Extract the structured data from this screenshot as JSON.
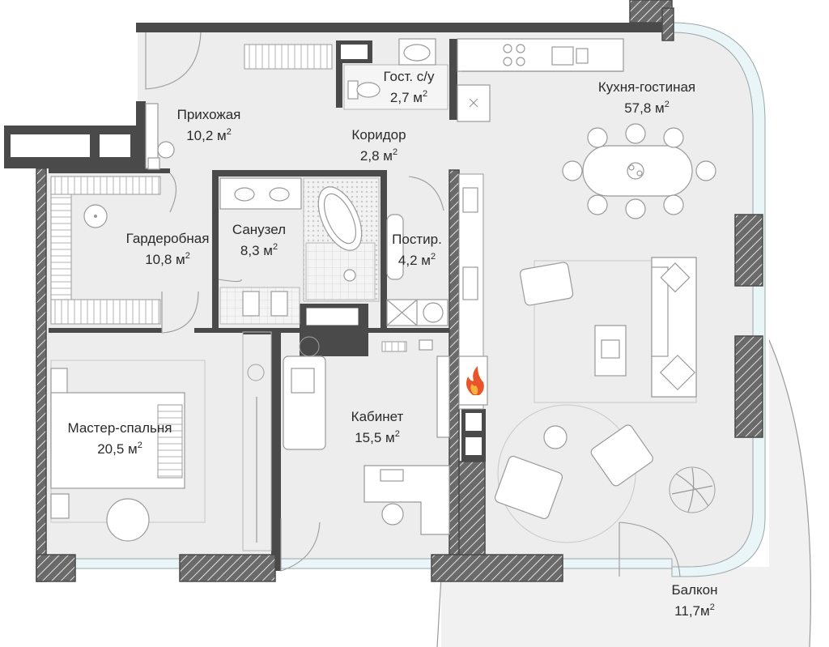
{
  "rooms": [
    {
      "id": "hall",
      "name": "Прихожая",
      "area": "10,2 м",
      "sup": "2"
    },
    {
      "id": "corridor",
      "name": "Коридор",
      "area": "2,8 м",
      "sup": "2"
    },
    {
      "id": "guest-wc",
      "name": "Гост. с/у",
      "area": "2,7 м",
      "sup": "2"
    },
    {
      "id": "kitchen-living",
      "name": "Кухня-гостиная",
      "area": "57,8 м",
      "sup": "2"
    },
    {
      "id": "wardrobe",
      "name": "Гардеробная",
      "area": "10,8 м",
      "sup": "2"
    },
    {
      "id": "bathroom",
      "name": "Санузел",
      "area": "8,3 м",
      "sup": "2"
    },
    {
      "id": "laundry",
      "name": "Постир.",
      "area": "4,2 м",
      "sup": "2"
    },
    {
      "id": "master-bedroom",
      "name": "Мастер-спальня",
      "area": "20,5 м",
      "sup": "2"
    },
    {
      "id": "study",
      "name": "Кабинет",
      "area": "15,5 м",
      "sup": "2"
    },
    {
      "id": "balcony",
      "name": "Балкон",
      "area": "11,7м",
      "sup": "2"
    }
  ],
  "colors": {
    "wall": "#4a4a4a",
    "floor": "#ededed",
    "furniture_stroke": "#9a9a9a",
    "glass": "#eaf5f7",
    "fire": "#e8552a"
  }
}
